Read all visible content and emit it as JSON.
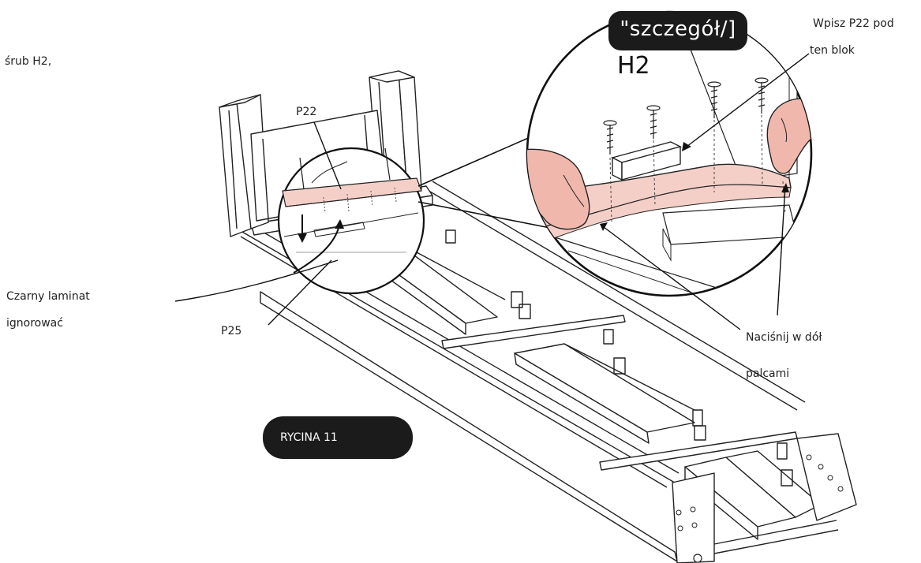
{
  "labels": {
    "screw_note": "śrub H2,",
    "p22": "P22",
    "p25": "P25",
    "black_laminate_1": "Czarny laminat",
    "black_laminate_2": "ignorować",
    "detail_title": "\"szczegół/]",
    "h2": "H2",
    "insert_1": "Wpisz P22 pod",
    "insert_2": "ten blok",
    "press_1": "Naciśnij w dół",
    "press_2": "palcami",
    "figure": "RYCINA 11"
  },
  "colors": {
    "line": "#222222",
    "panel_pink": "#f4cfc8",
    "hand_pink": "#f0b7ac",
    "pill": "#1b1b1b"
  }
}
